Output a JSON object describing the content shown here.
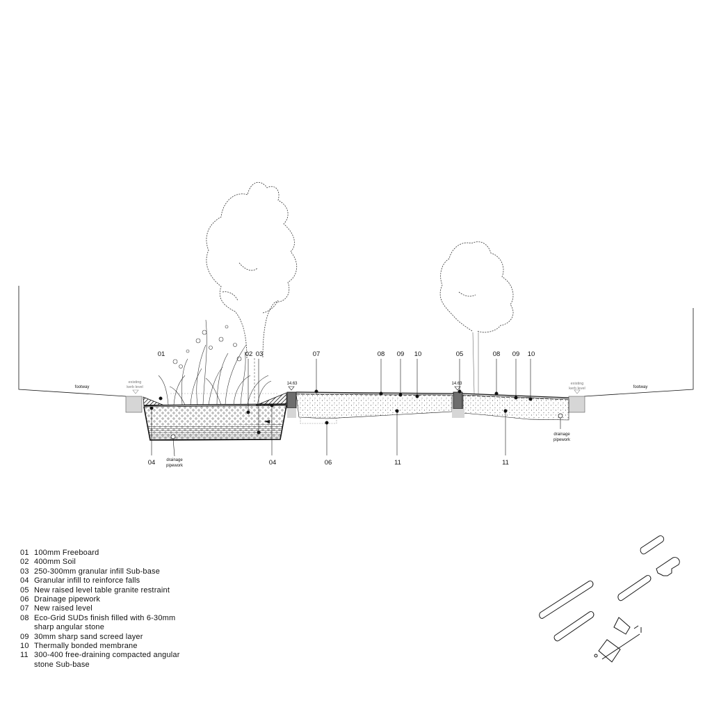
{
  "section": {
    "callouts_top": [
      "01",
      "02",
      "03",
      "07",
      "08",
      "09",
      "10",
      "05",
      "08",
      "09",
      "10"
    ],
    "callouts_bottom": [
      "04",
      "04",
      "06",
      "11",
      "11"
    ],
    "labels": {
      "footway": "footway",
      "existing_kerb_level": [
        "existing",
        "kerb level"
      ],
      "drainage_pipework": [
        "drainage",
        "pipework"
      ],
      "level_marker": "14.63"
    }
  },
  "legend": [
    {
      "num": "01",
      "text": "100mm Freeboard"
    },
    {
      "num": "02",
      "text": "400mm Soil"
    },
    {
      "num": "03",
      "text": "250-300mm granular infill Sub-base"
    },
    {
      "num": "04",
      "text": "Granular infill to reinforce falls"
    },
    {
      "num": "05",
      "text": "New raised level table granite restraint"
    },
    {
      "num": "06",
      "text": "Drainage pipework"
    },
    {
      "num": "07",
      "text": "New raised level"
    },
    {
      "num": "08",
      "text": "Eco-Grid SUDs finish filled with 6-30mm\nsharp angular stone"
    },
    {
      "num": "09",
      "text": "30mm sharp sand screed layer"
    },
    {
      "num": "10",
      "text": "Thermally bonded membrane"
    },
    {
      "num": "11",
      "text": "300-400 free-draining compacted angular\nstone Sub-base"
    }
  ],
  "colors": {
    "line": "#111111",
    "grey_fill": "#d6d6d6",
    "dark_fill": "#6e6e6e",
    "faint": "#999999"
  }
}
